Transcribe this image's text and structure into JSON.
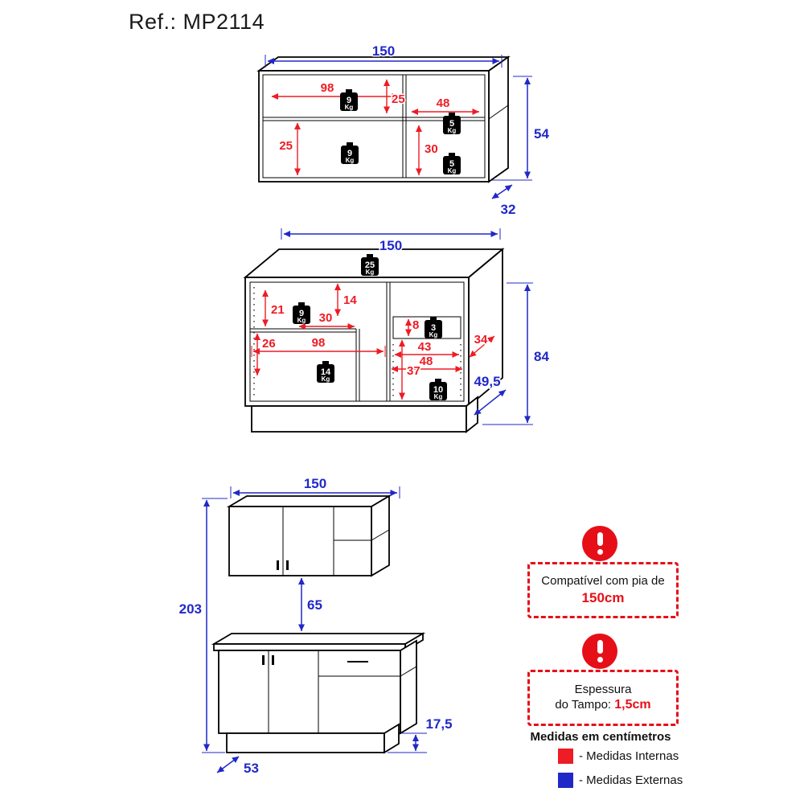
{
  "title": "Ref.: MP2114",
  "unit_kg": "Kg",
  "colors": {
    "internal": "#ed1c25",
    "external": "#2128c8"
  },
  "upper": {
    "width": "150",
    "height": "54",
    "depth": "32",
    "inner_left_width": "98",
    "inner_top_gap": "25",
    "inner_right_width": "48",
    "inner_left_height": "25",
    "inner_right_height": "30",
    "weight_top_left": "9",
    "weight_top_right": "5",
    "weight_bottom_left": "9",
    "weight_bottom_right": "5"
  },
  "base": {
    "width": "150",
    "height": "84",
    "depth": "49,5",
    "top_gap": "14",
    "left_top": "21",
    "shelf_width": "30",
    "inner_width": "98",
    "left_bottom": "26",
    "drawer_height": "8",
    "drawer_width": "43",
    "opening_width": "48",
    "opening_height": "37",
    "side_depth": "34",
    "weight_top": "25",
    "weight_left": "9",
    "weight_drawer": "3",
    "weight_bottom_left": "14",
    "weight_bottom_right": "10"
  },
  "assembly": {
    "width": "150",
    "total_height": "203",
    "wall_gap": "65",
    "plinth_height": "17,5",
    "depth": "53"
  },
  "notices": {
    "sink_text": "Compatível com pia de",
    "sink_value": "150cm",
    "top_line1": "Espessura",
    "top_line2": "do Tampo:",
    "top_value": "1,5cm"
  },
  "legend": {
    "units": "Medidas em centímetros",
    "internal": "- Medidas Internas",
    "external": "- Medidas Externas"
  }
}
